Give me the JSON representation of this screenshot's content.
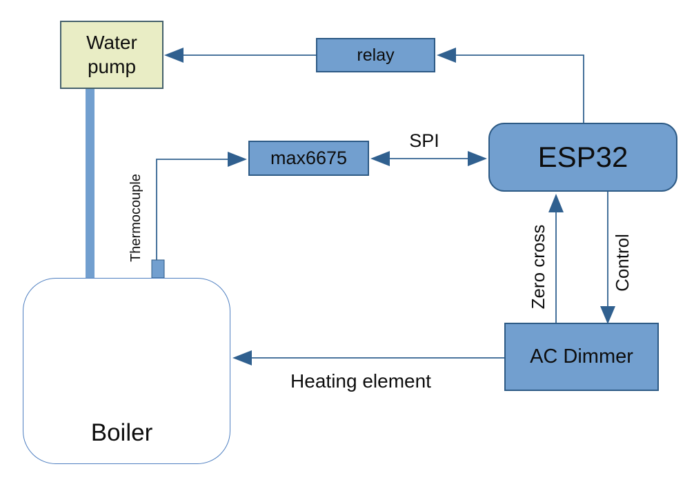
{
  "diagram": {
    "nodes": {
      "water_pump": {
        "label": "Water pump"
      },
      "relay": {
        "label": "relay"
      },
      "max6675": {
        "label": "max6675"
      },
      "esp32": {
        "label": "ESP32"
      },
      "ac_dimmer": {
        "label": "AC Dimmer"
      },
      "boiler": {
        "label": "Boiler"
      }
    },
    "edge_labels": {
      "spi": "SPI",
      "thermocouple": "Thermocouple",
      "zero_cross": "Zero cross",
      "control": "Control",
      "heating_element": "Heating element"
    },
    "icons": {
      "lightning_bolt": "lightning-bolt-icon"
    },
    "colors": {
      "node_fill": "#729fcf",
      "node_border": "#2c5984",
      "connector": "#30608f",
      "water_pump_fill": "#e9edc5",
      "water_pump_border": "#44606b",
      "boiler_border": "#4d7ec0",
      "lightning_top": "#5f8bc0",
      "lightning_bottom": "#94b8e0",
      "lightning_border": "#3f74b3",
      "text": "#0d0d0d"
    }
  }
}
